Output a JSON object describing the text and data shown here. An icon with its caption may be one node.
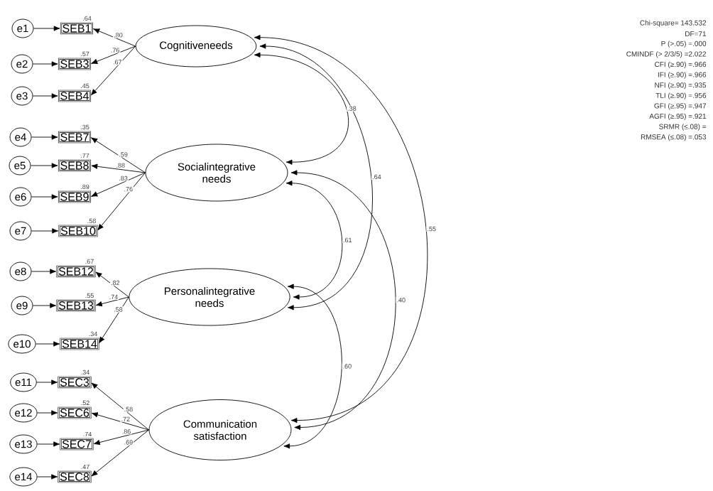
{
  "diagram": {
    "nodes": [
      {
        "text": [
          "Cognitiveneeds"
        ]
      },
      {
        "text": [
          "Socialintegrative needs"
        ]
      },
      {
        "text": [
          "Personalintegrative needs"
        ]
      },
      {
        "text": [
          "Communication satisfaction"
        ]
      },
      {
        "text": [
          "SEB1"
        ],
        "beside": [
          ".64"
        ]
      },
      {
        "text": [
          "SEB3"
        ],
        "beside": [
          ".57"
        ]
      },
      {
        "text": [
          "SEB4"
        ],
        "beside": [
          ".45"
        ]
      },
      {
        "text": [
          "SEB7"
        ],
        "beside": [
          ".35"
        ]
      },
      {
        "text": [
          "SEB8"
        ],
        "beside": [
          ".77"
        ]
      },
      {
        "text": [
          "SEB9"
        ],
        "beside": [
          ".89"
        ]
      },
      {
        "text": [
          "SEB10"
        ],
        "beside": [
          ".58"
        ]
      },
      {
        "text": [
          "SEB12"
        ],
        "beside": [
          ".67"
        ]
      },
      {
        "text": [
          "SEB13"
        ],
        "beside": [
          ".55"
        ]
      },
      {
        "text": [
          "SEB14"
        ],
        "beside": [
          ".34"
        ]
      },
      {
        "text": [
          "SEC3"
        ],
        "beside": [
          ".34"
        ]
      },
      {
        "text": [
          "SEC6"
        ],
        "beside": [
          ".52"
        ]
      },
      {
        "text": [
          "SEC7"
        ],
        "beside": [
          ".74"
        ]
      },
      {
        "text": [
          "SEC8"
        ],
        "beside": [
          ".47"
        ]
      },
      {
        "text": [
          "e1"
        ]
      },
      {
        "text": [
          "e2"
        ]
      },
      {
        "text": [
          "e3"
        ]
      },
      {
        "text": [
          "e4"
        ]
      },
      {
        "text": [
          "e5"
        ]
      },
      {
        "text": [
          "e6"
        ]
      },
      {
        "text": [
          "e7"
        ]
      },
      {
        "text": [
          "e8"
        ]
      },
      {
        "text": [
          "e9"
        ]
      },
      {
        "text": [
          "e10"
        ]
      },
      {
        "text": [
          "e11"
        ]
      },
      {
        "text": [
          "e12"
        ]
      },
      {
        "text": [
          "e13"
        ]
      },
      {
        "text": [
          "e14"
        ]
      }
    ],
    "edges": [
      {
        "from": 0,
        "to": 4,
        "arrow": "to",
        "label": ".80"
      },
      {
        "from": 0,
        "to": 5,
        "arrow": "to",
        "label": ".76"
      },
      {
        "from": 0,
        "to": 6,
        "arrow": "to",
        "label": ".67"
      },
      {
        "from": 1,
        "to": 7,
        "arrow": "to",
        "label": ".59"
      },
      {
        "from": 1,
        "to": 8,
        "arrow": "to",
        "label": ".88"
      },
      {
        "from": 1,
        "to": 9,
        "arrow": "to",
        "label": ".83"
      },
      {
        "from": 1,
        "to": 10,
        "arrow": "to",
        "label": ".76"
      },
      {
        "from": 2,
        "to": 11,
        "arrow": "to",
        "label": ".82"
      },
      {
        "from": 2,
        "to": 12,
        "arrow": "to",
        "label": ".74"
      },
      {
        "from": 2,
        "to": 13,
        "arrow": "to",
        "label": ".58"
      },
      {
        "from": 3,
        "to": 14,
        "arrow": "to",
        "label": ".58"
      },
      {
        "from": 3,
        "to": 15,
        "arrow": "to",
        "label": ".72"
      },
      {
        "from": 3,
        "to": 16,
        "arrow": "to",
        "label": ".86"
      },
      {
        "from": 3,
        "to": 17,
        "arrow": "to",
        "label": ".69"
      },
      {
        "from": 18,
        "to": 4,
        "arrow": "to"
      },
      {
        "from": 19,
        "to": 5,
        "arrow": "to"
      },
      {
        "from": 20,
        "to": 6,
        "arrow": "to"
      },
      {
        "from": 21,
        "to": 7,
        "arrow": "to"
      },
      {
        "from": 22,
        "to": 8,
        "arrow": "to"
      },
      {
        "from": 23,
        "to": 9,
        "arrow": "to"
      },
      {
        "from": 24,
        "to": 10,
        "arrow": "to"
      },
      {
        "from": 25,
        "to": 11,
        "arrow": "to"
      },
      {
        "from": 26,
        "to": 12,
        "arrow": "to"
      },
      {
        "from": 27,
        "to": 13,
        "arrow": "to"
      },
      {
        "from": 28,
        "to": 14,
        "arrow": "to"
      },
      {
        "from": 29,
        "to": 15,
        "arrow": "to"
      },
      {
        "from": 30,
        "to": 16,
        "arrow": "to"
      },
      {
        "from": 31,
        "to": 17,
        "arrow": "to"
      },
      {
        "from": 0,
        "to": 1,
        "arrow": "both",
        "label": ".38"
      },
      {
        "from": 0,
        "to": 2,
        "arrow": "both",
        "label": ".64"
      },
      {
        "from": 0,
        "to": 3,
        "arrow": "both",
        "label": ".55"
      },
      {
        "from": 1,
        "to": 2,
        "arrow": "both",
        "label": ".61"
      },
      {
        "from": 1,
        "to": 3,
        "arrow": "both",
        "label": ".40"
      },
      {
        "from": 2,
        "to": 3,
        "arrow": "both",
        "label": ".60"
      }
    ],
    "labels": [
      "Chi-square= 143.532",
      "DF=71",
      "P (>.05) =.000",
      "CMINDF (> 2/3/5) =2.022",
      "CFI (≥.90) =.966",
      "IFI (≥.90) =.966",
      "NFI (≥.90) =.935",
      "TLI (≥.90) =.956",
      "GFI (≥.95) =.947",
      "AGFI (≥.95) =.921",
      "SRMR (≤.08) =",
      "RMSEA (≤.08) =.053"
    ]
  }
}
